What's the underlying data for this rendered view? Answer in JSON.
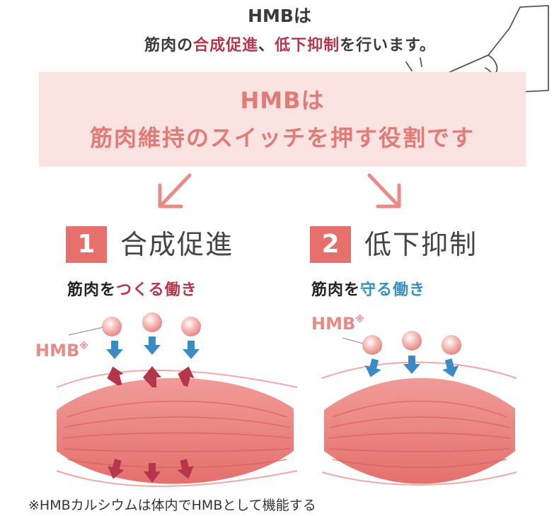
{
  "header": {
    "title": "HMBは",
    "line2_pre": "筋肉の",
    "line2_accent1": "合成促進",
    "line2_sep": "、",
    "line2_accent2": "低下抑制",
    "line2_post": "を行います。"
  },
  "banner": {
    "line1": "HMBは",
    "line2": "筋肉維持のスイッチを押す役割です"
  },
  "sections": [
    {
      "number": "1",
      "title": "合成促進",
      "subtitle_pre": "筋肉を",
      "subtitle_accent": "つくる働き",
      "hmb_label": "HMB",
      "hmb_mark": "※"
    },
    {
      "number": "2",
      "title": "低下抑制",
      "subtitle_pre": "筋肉を",
      "subtitle_accent": "守る働き",
      "hmb_label": "HMB",
      "hmb_mark": "※"
    }
  ],
  "footnote": "※HMBカルシウムは体内でHMBとして機能する",
  "colors": {
    "banner_bg": "#fbe3e1",
    "banner_text": "#e27a78",
    "accent_red": "#b5364a",
    "accent_blue": "#3a8fc0",
    "number_box": "#e7706c",
    "muscle": "#e98683",
    "down_arrow_blue": "#3b8cc4",
    "up_arrow_red": "#b5364a"
  },
  "icons": [
    "hand-pressing-button-icon",
    "diagonal-arrow-icon",
    "hmb-sphere-icon",
    "muscle-icon"
  ]
}
